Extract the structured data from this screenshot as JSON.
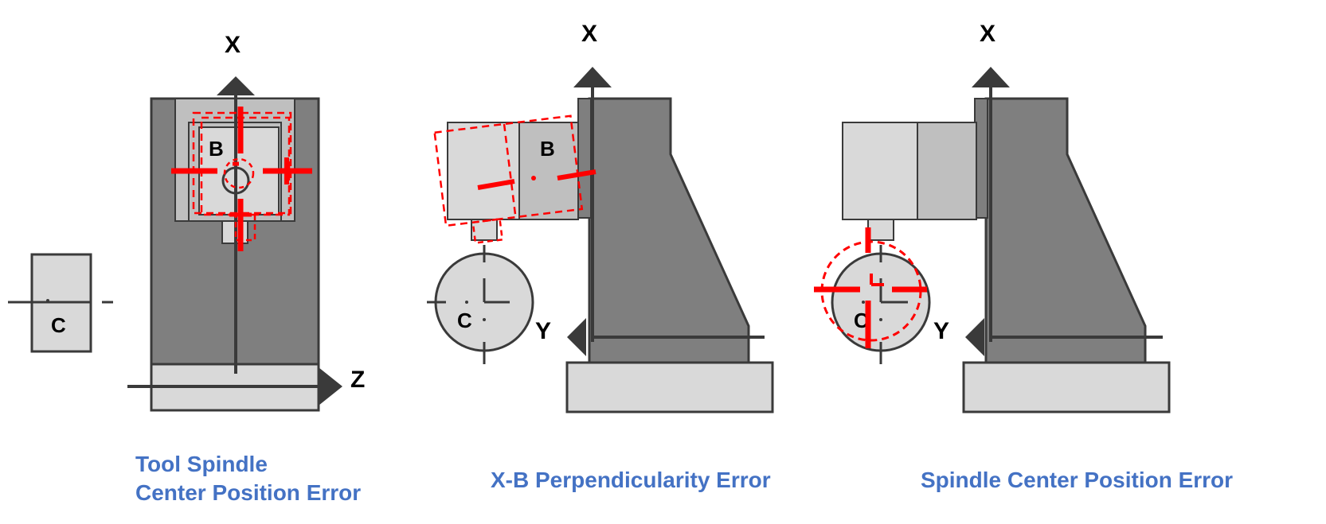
{
  "panels": [
    {
      "axes": {
        "x": "X",
        "z": "Z"
      },
      "parts": {
        "spindle": "B",
        "table": "C"
      },
      "caption_lines": [
        "Tool Spindle",
        "Center Position Error"
      ]
    },
    {
      "axes": {
        "x": "X",
        "y": "Y"
      },
      "parts": {
        "spindle": "B",
        "table": "C"
      },
      "caption_lines": [
        "X-B Perpendicularity Error"
      ]
    },
    {
      "axes": {
        "x": "X",
        "y": "Y"
      },
      "parts": {
        "table": "C"
      },
      "caption_lines": [
        "Spindle Center Position Error"
      ]
    }
  ],
  "colors": {
    "dark_gray": "#7f7f7f",
    "mid_gray": "#bfbfbf",
    "light_gray": "#d9d9d9",
    "outline": "#3a3a3a",
    "error_red": "#ff0000",
    "caption_blue": "#4472c4"
  }
}
